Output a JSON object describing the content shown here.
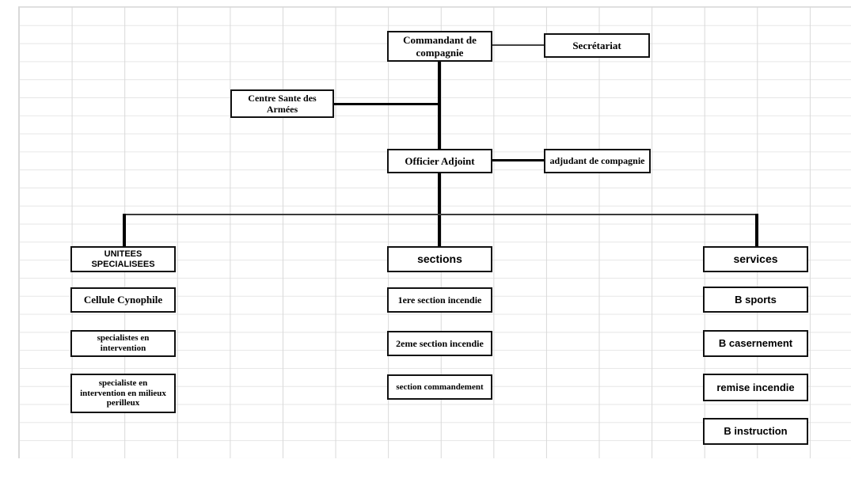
{
  "document": {
    "type": "organizational-chart",
    "background": "spreadsheet-grid",
    "grid_color": "#d9d9d9",
    "box_border_color": "#111111",
    "box_fill": "#ffffff",
    "text_color": "#000000"
  },
  "chart_data": {
    "type": "diagram",
    "title": "",
    "nodes": [
      {
        "id": "commandant",
        "label": "Commandant de compagnie",
        "level": 0
      },
      {
        "id": "secretariat",
        "label": "Secrétariat",
        "level": 0
      },
      {
        "id": "centre_sante",
        "label": "Centre Sante des Armées",
        "level": 1
      },
      {
        "id": "officier",
        "label": "Officier Adjoint",
        "level": 2
      },
      {
        "id": "adjudant",
        "label": "adjudant de compagnie",
        "level": 2
      },
      {
        "id": "unitees",
        "label": "UNITEES SPECIALISEES",
        "level": 3
      },
      {
        "id": "sections",
        "label": "sections",
        "level": 3
      },
      {
        "id": "services",
        "label": "services",
        "level": 3
      },
      {
        "id": "cynophile",
        "label": "Cellule Cynophile",
        "level": 4
      },
      {
        "id": "spec_int",
        "label": "specialistes en intervention",
        "level": 4
      },
      {
        "id": "spec_milieux",
        "label": "specialiste en intervention en milieux perilleux",
        "level": 4
      },
      {
        "id": "sec1",
        "label": "1ere section incendie",
        "level": 4
      },
      {
        "id": "sec2",
        "label": "2eme section incendie",
        "level": 4
      },
      {
        "id": "sec_cmd",
        "label": "section commandement",
        "level": 4
      },
      {
        "id": "b_sports",
        "label": "B sports",
        "level": 4
      },
      {
        "id": "b_casern",
        "label": "B casernement",
        "level": 4
      },
      {
        "id": "remise",
        "label": "remise incendie",
        "level": 4
      },
      {
        "id": "b_instr",
        "label": "B instruction",
        "level": 4
      }
    ],
    "edges": [
      {
        "from": "commandant",
        "to": "secretariat",
        "style": "horizontal"
      },
      {
        "from": "commandant",
        "to": "officier",
        "style": "vertical"
      },
      {
        "from": "centre_sante",
        "to": "officier",
        "style": "horizontal-tee"
      },
      {
        "from": "officier",
        "to": "adjudant",
        "style": "horizontal"
      },
      {
        "from": "officier",
        "to": "unitees",
        "style": "elbow"
      },
      {
        "from": "officier",
        "to": "sections",
        "style": "vertical"
      },
      {
        "from": "officier",
        "to": "services",
        "style": "elbow"
      }
    ]
  },
  "boxes": {
    "commandant": {
      "line1": "Commandant de",
      "line2": "compagnie"
    },
    "secretariat": {
      "label": "Secrétariat"
    },
    "centre_sante": {
      "line1": "Centre Sante des",
      "line2": "Armées"
    },
    "officier": {
      "label": "Officier Adjoint"
    },
    "adjudant": {
      "label": "adjudant de compagnie"
    },
    "unitees": {
      "label": "UNITEES SPECIALISEES"
    },
    "cynophile": {
      "label": "Cellule Cynophile"
    },
    "spec_int": {
      "line1": "specialistes en",
      "line2": "intervention"
    },
    "spec_milieux": {
      "line1": "specialiste en",
      "line2": "intervention en milieux",
      "line3": "perilleux"
    },
    "sections": {
      "label": "sections"
    },
    "sec1": {
      "label": "1ere section incendie"
    },
    "sec2": {
      "label": "2eme section incendie"
    },
    "sec_cmd": {
      "label": "section commandement"
    },
    "services": {
      "label": "services"
    },
    "b_sports": {
      "label": "B sports"
    },
    "b_casern": {
      "label": "B casernement"
    },
    "remise": {
      "label": "remise incendie"
    },
    "b_instr": {
      "label": "B instruction"
    }
  }
}
